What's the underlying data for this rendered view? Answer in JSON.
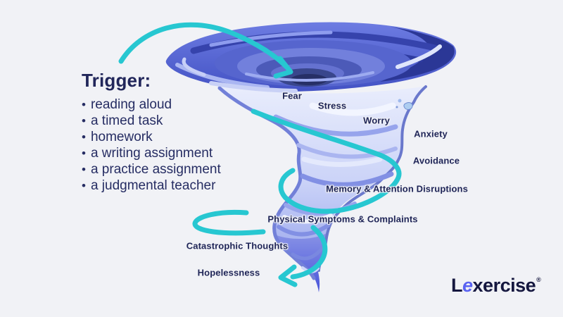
{
  "colors": {
    "background": "#f1f2f6",
    "navy_text": "#262d63",
    "label_navy": "#1f2557",
    "accent_teal": "#27c7d1",
    "logo_navy": "#15173f",
    "logo_blue": "#5a63f2",
    "tornado_dark": "#2b3796",
    "tornado_mid": "#5665ce",
    "tornado_light": "#e9edfc"
  },
  "trigger": {
    "heading": "Trigger:",
    "bullet": "•",
    "items": [
      "reading aloud",
      "a timed task",
      "homework",
      "a writing assignment",
      "a practice assignment",
      "a judgmental teacher"
    ]
  },
  "spiral_labels": [
    "Fear",
    "Stress",
    "Worry",
    "Anxiety",
    "Avoidance",
    "Memory & Attention Disruptions",
    "Physical Symptoms & Complaints",
    "Catastrophic Thoughts",
    "Hopelessness"
  ],
  "logo": {
    "prefix": "L",
    "accent": "e",
    "suffix": "xercise",
    "registered": "®"
  }
}
